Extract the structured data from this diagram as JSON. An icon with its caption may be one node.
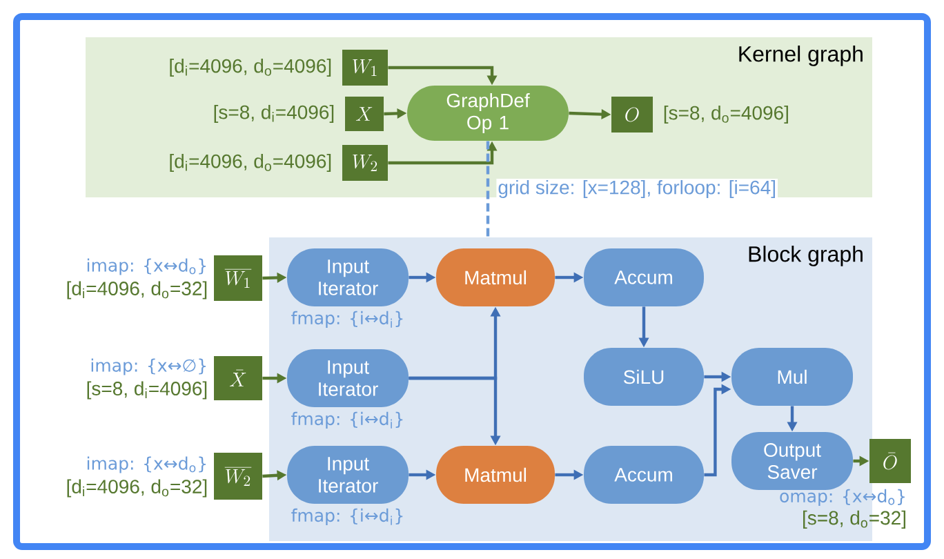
{
  "diagram": {
    "nodes": [
      {
        "text": [
          "Kernel graph"
        ]
      },
      {
        "text": [
          "W_1"
        ],
        "in": 0,
        "beside": [
          "[d$_{i}$=4096, d$_{o}$=4096]"
        ]
      },
      {
        "text": [
          "X"
        ],
        "in": 0,
        "beside": [
          "[s=8, d$_{i}$=4096]"
        ]
      },
      {
        "text": [
          "W_2"
        ],
        "in": 0,
        "beside": [
          "[d$_{i}$=4096, d$_{o}$=4096]"
        ]
      },
      {
        "text": [
          "GraphDef Op 1"
        ],
        "in": 0
      },
      {
        "text": [
          "O"
        ],
        "in": 0,
        "beside": [
          "[s=8, d$_{o}$=4096]"
        ]
      },
      {
        "text": [
          "Block graph"
        ]
      },
      {
        "text": [
          "\\overline{W_1}"
        ],
        "beside": [
          "imap: {x↔d$_{o}$}",
          "[d$_{i}$=4096, d$_{o}$=32]"
        ]
      },
      {
        "text": [
          "\\bar{X}"
        ],
        "beside": [
          "imap: {x↔∅}",
          "[s=8, d$_{i}$=4096]"
        ]
      },
      {
        "text": [
          "\\overline{W_2}"
        ],
        "beside": [
          "imap: {x↔d$_{o}$}",
          "[d$_{i}$=4096, d$_{o}$=32]"
        ]
      },
      {
        "text": [
          "Input Iterator"
        ],
        "in": 6,
        "beside": [
          "fmap: {i↔d$_{i}$}"
        ]
      },
      {
        "text": [
          "Input Iterator"
        ],
        "in": 6,
        "beside": [
          "fmap: {i↔d$_{i}$}"
        ]
      },
      {
        "text": [
          "Input Iterator"
        ],
        "in": 6,
        "beside": [
          "fmap: {i↔d$_{i}$}"
        ]
      },
      {
        "text": [
          "Matmul"
        ],
        "in": 6
      },
      {
        "text": [
          "Matmul"
        ],
        "in": 6
      },
      {
        "text": [
          "Accum"
        ],
        "in": 6
      },
      {
        "text": [
          "SiLU"
        ],
        "in": 6
      },
      {
        "text": [
          "Mul"
        ],
        "in": 6
      },
      {
        "text": [
          "Accum"
        ],
        "in": 6
      },
      {
        "text": [
          "Output Saver"
        ],
        "in": 6
      },
      {
        "text": [
          "\\bar{O}"
        ],
        "beside": [
          "omap: {x↔d$_{o}$}",
          "[s=8, d$_{o}$=32]"
        ]
      }
    ],
    "edges": [
      {
        "from": 1,
        "to": 4,
        "arrow": "to",
        "color": "#56782f"
      },
      {
        "from": 2,
        "to": 4,
        "arrow": "to",
        "color": "#56782f"
      },
      {
        "from": 3,
        "to": 4,
        "arrow": "to",
        "color": "#56782f"
      },
      {
        "from": 4,
        "to": 5,
        "arrow": "to",
        "color": "#56782f"
      },
      {
        "from": 4,
        "to": 6,
        "arrow": "none",
        "style": "dashed",
        "color": "#6b9bd8",
        "label": "grid size: [x=128], forloop: [i=64]"
      },
      {
        "from": 7,
        "to": 10,
        "arrow": "to",
        "color": "#56782f"
      },
      {
        "from": 8,
        "to": 11,
        "arrow": "to",
        "color": "#56782f"
      },
      {
        "from": 9,
        "to": 12,
        "arrow": "to",
        "color": "#56782f"
      },
      {
        "from": 10,
        "to": 13,
        "arrow": "to"
      },
      {
        "from": 11,
        "to": 13,
        "arrow": "to"
      },
      {
        "from": 11,
        "to": 14,
        "arrow": "to"
      },
      {
        "from": 12,
        "to": 14,
        "arrow": "to"
      },
      {
        "from": 13,
        "to": 15,
        "arrow": "to"
      },
      {
        "from": 14,
        "to": 18,
        "arrow": "to"
      },
      {
        "from": 15,
        "to": 16,
        "arrow": "to"
      },
      {
        "from": 16,
        "to": 17,
        "arrow": "to"
      },
      {
        "from": 18,
        "to": 17,
        "arrow": "to"
      },
      {
        "from": 17,
        "to": 19,
        "arrow": "to"
      },
      {
        "from": 19,
        "to": 20,
        "arrow": "to",
        "color": "#56782f"
      }
    ]
  }
}
